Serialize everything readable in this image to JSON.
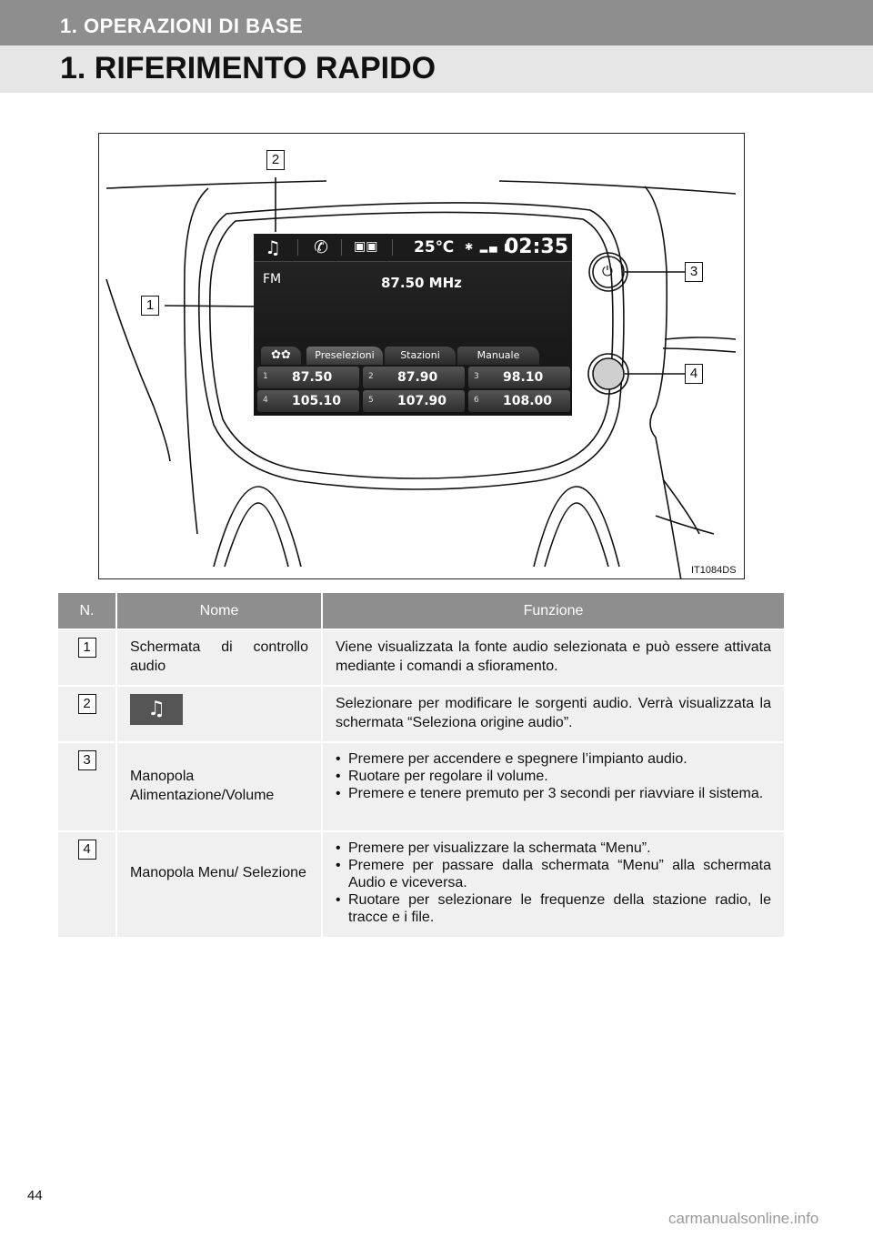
{
  "header": {
    "section": "1. OPERAZIONI DI BASE",
    "title": "1. RIFERIMENTO RAPIDO"
  },
  "figure": {
    "code": "IT1084DS",
    "callouts": [
      "1",
      "2",
      "3",
      "4"
    ],
    "screen": {
      "status": {
        "music_icon": "♫",
        "phone_icon": "✆",
        "car_icon": "▣▣",
        "temperature": "25℃",
        "status_icons": "✱ ▂▄ ▮",
        "clock": "02:35"
      },
      "band": "FM",
      "frequency": "87.50 MHz",
      "tabs": {
        "settings_icon": "✿✿",
        "presets": "Preselezioni",
        "stations": "Stazioni",
        "manual": "Manuale"
      },
      "presets": [
        {
          "n": "1",
          "v": "87.50"
        },
        {
          "n": "2",
          "v": "87.90"
        },
        {
          "n": "3",
          "v": "98.10"
        },
        {
          "n": "4",
          "v": "105.10"
        },
        {
          "n": "5",
          "v": "107.90"
        },
        {
          "n": "6",
          "v": "108.00"
        }
      ]
    },
    "power_icon": "⏻"
  },
  "table": {
    "headers": {
      "num": "N.",
      "name": "Nome",
      "function": "Funzione"
    },
    "rows": [
      {
        "num": "1",
        "name": "Schermata di controllo audio",
        "function": "Viene visualizzata la fonte audio selezionata e può essere attivata mediante i comandi a sfioramento."
      },
      {
        "num": "2",
        "name_icon": "♫",
        "function": "Selezionare per modificare le sorgenti audio. Verrà visualizzata la schermata “Seleziona origine audio”."
      },
      {
        "num": "3",
        "name": "Manopola Alimentazione/Volume",
        "bullets": [
          "Premere per accendere e spegnere l’impianto audio.",
          "Ruotare per regolare il volume.",
          "Premere e tenere premuto per 3 secondi per riavviare il sistema."
        ]
      },
      {
        "num": "4",
        "name": "Manopola Menu/ Selezione",
        "bullets": [
          "Premere per visualizzare la schermata “Menu”.",
          "Premere per passare dalla schermata “Menu” alla schermata Audio e viceversa.",
          "Ruotare per selezionare le frequenze della stazione radio, le tracce e i file."
        ]
      }
    ]
  },
  "footer": {
    "page": "44",
    "watermark": "carmanualsonline.info"
  }
}
